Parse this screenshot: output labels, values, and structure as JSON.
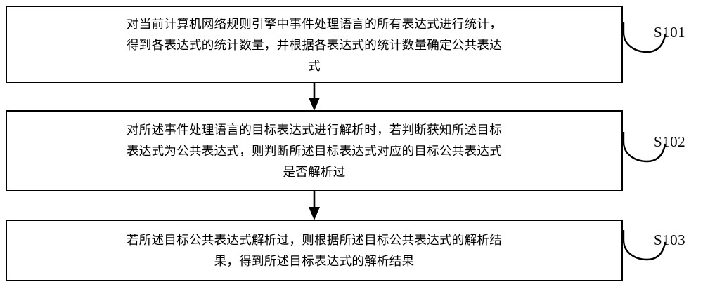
{
  "diagram": {
    "type": "flowchart",
    "orientation": "vertical",
    "title": "",
    "line_color": "#000000",
    "background_color": "#ffffff",
    "box_fill": "#ffffff",
    "steps": [
      {
        "id": "S101",
        "ref_label": "S101",
        "text": "对当前计算机网络规则引擎中事件处理语言的所有表达式进行统计，\n得到各表达式的统计数量，并根据各表达式的统计数量确定公共表达\n式"
      },
      {
        "id": "S102",
        "ref_label": "S102",
        "text": "对所述事件处理语言的目标表达式进行解析时，若判断获知所述目标\n表达式为公共表达式，则判断所述目标表达式对应的目标公共表达式\n是否解析过"
      },
      {
        "id": "S103",
        "ref_label": "S103",
        "text": "若所述目标公共表达式解析过，则根据所述目标公共表达式的解析结\n果，得到所述目标表达式的解析结果"
      }
    ],
    "connectors": [
      {
        "from": "S101",
        "to": "S102",
        "kind": "arrow-down"
      },
      {
        "from": "S102",
        "to": "S103",
        "kind": "arrow-down"
      }
    ]
  }
}
